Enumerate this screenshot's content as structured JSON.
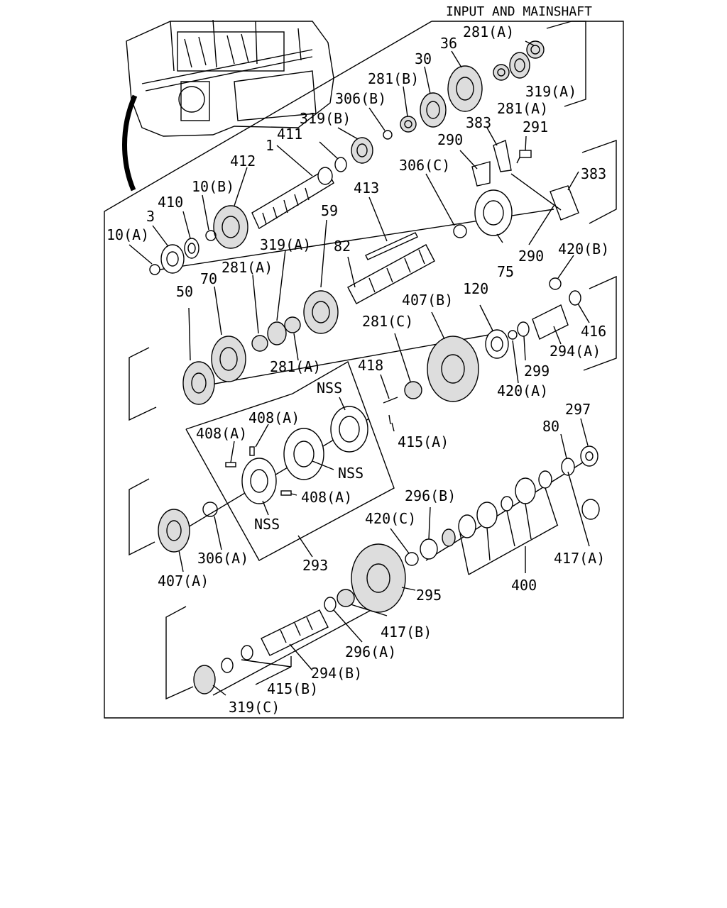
{
  "title": "INPUT AND MAINSHAFT",
  "labels": {
    "l281a_top": "281(A)",
    "l36": "36",
    "l30": "30",
    "l281b": "281(B)",
    "l306b": "306(B)",
    "l319a_top": "319(A)",
    "l281a_2": "281(A)",
    "l319b": "319(B)",
    "l383_top": "383",
    "l291": "291",
    "l290_top": "290",
    "l411": "411",
    "l1": "1",
    "l412": "412",
    "l306c": "306(C)",
    "l383_right": "383",
    "l413": "413",
    "l10b": "10(B)",
    "l410": "410",
    "l3": "3",
    "l59": "59",
    "l10a": "10(A)",
    "l319a_mid": "319(A)",
    "l82": "82",
    "l290_bot": "290",
    "l420b": "420(B)",
    "l75": "75",
    "l281a_mid": "281(A)",
    "l50": "50",
    "l70": "70",
    "l407b": "407(B)",
    "l120": "120",
    "l281c": "281(C)",
    "l416": "416",
    "l281a_low": "281(A)",
    "l294a": "294(A)",
    "l418": "418",
    "l299": "299",
    "l420a": "420(A)",
    "l297": "297",
    "l408a_1": "408(A)",
    "l408a_2": "408(A)",
    "l415a": "415(A)",
    "l80": "80",
    "l296b": "296(B)",
    "l408a_3": "408(A)",
    "l420c": "420(C)",
    "l306a": "306(A)",
    "l417a": "417(A)",
    "l293": "293",
    "l400": "400",
    "l407a": "407(A)",
    "l295": "295",
    "l417b": "417(B)",
    "l296a": "296(A)",
    "l294b": "294(B)",
    "l415b": "415(B)",
    "l319c": "319(C)",
    "nss1": "NSS",
    "nss2": "NSS",
    "nss3": "NSS"
  }
}
